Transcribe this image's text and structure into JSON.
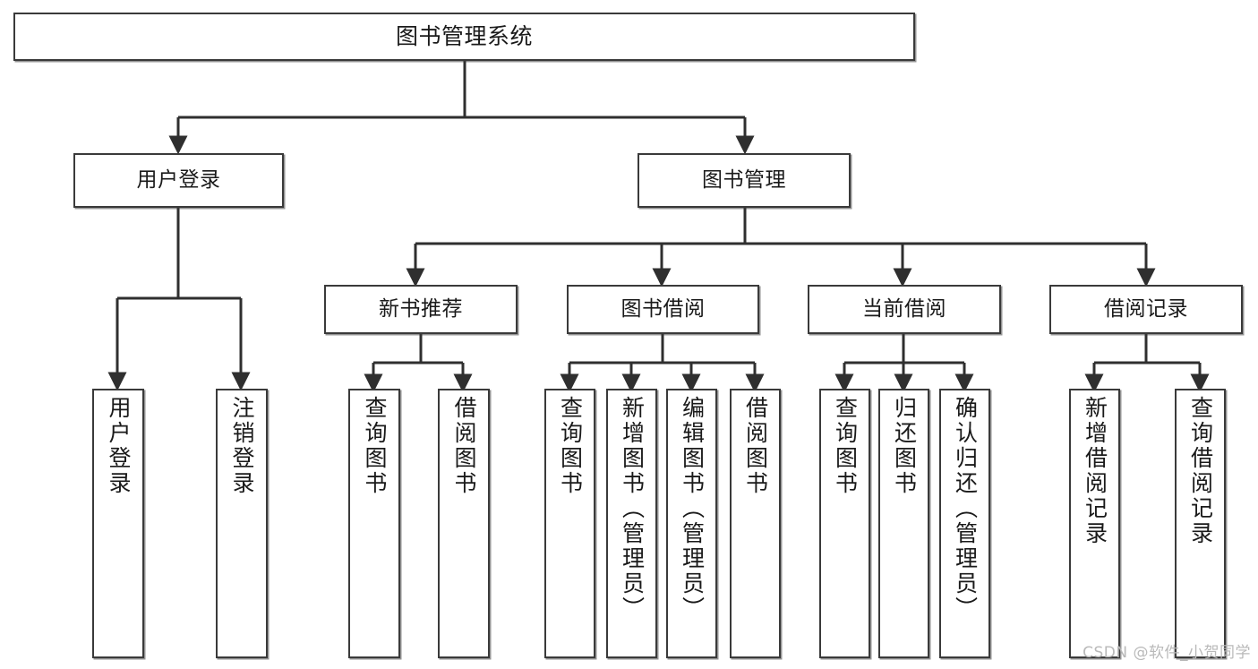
{
  "diagram": {
    "title": "图书管理系统",
    "watermark": "CSDN @软件_小贺同学",
    "colors": {
      "box_border": "#3a3a3a",
      "box_fill": "#ffffff",
      "edge": "#2f2f2f",
      "text": "#1a1a1a",
      "watermark": "#b9b9b9"
    },
    "nodes": {
      "root": {
        "label": "图书管理系统"
      },
      "level2": [
        {
          "id": "user-login",
          "label": "用户登录"
        },
        {
          "id": "book-management",
          "label": "图书管理"
        }
      ],
      "level3": [
        {
          "id": "new-book-recommend",
          "label": "新书推荐"
        },
        {
          "id": "book-borrow",
          "label": "图书借阅"
        },
        {
          "id": "current-borrow",
          "label": "当前借阅"
        },
        {
          "id": "borrow-record",
          "label": "借阅记录"
        }
      ],
      "leaves": {
        "user-login": [
          {
            "id": "leaf-user-login",
            "label": "用户登录"
          },
          {
            "id": "leaf-logout-login",
            "label": "注销登录"
          }
        ],
        "new-book-recommend": [
          {
            "id": "leaf-query-book-1",
            "label": "查询图书"
          },
          {
            "id": "leaf-borrow-book-1",
            "label": "借阅图书"
          }
        ],
        "book-borrow": [
          {
            "id": "leaf-query-book-2",
            "label": "查询图书"
          },
          {
            "id": "leaf-add-book",
            "label": "新增图书（管理员）"
          },
          {
            "id": "leaf-edit-book",
            "label": "编辑图书（管理员）"
          },
          {
            "id": "leaf-borrow-book-2",
            "label": "借阅图书"
          }
        ],
        "current-borrow": [
          {
            "id": "leaf-query-book-3",
            "label": "查询图书"
          },
          {
            "id": "leaf-return-book",
            "label": "归还图书"
          },
          {
            "id": "leaf-confirm-return",
            "label": "确认归还（管理员）"
          }
        ],
        "borrow-record": [
          {
            "id": "leaf-add-record",
            "label": "新增借阅记录"
          },
          {
            "id": "leaf-query-record",
            "label": "查询借阅记录"
          }
        ]
      }
    }
  }
}
